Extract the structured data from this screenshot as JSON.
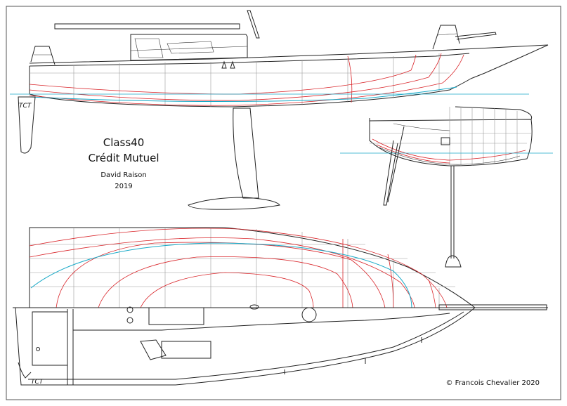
{
  "title": {
    "boat_class": "Class40",
    "boat_name": "Crédit Mutuel",
    "designer": "David Raison",
    "year": "2019"
  },
  "copyright": "© Francois Chevalier 2020",
  "colors": {
    "background": "#ffffff",
    "lines": "#222222",
    "sections": "#d9252a",
    "waterline": "#19a9c7",
    "grid": "#9a9a9a",
    "border": "#555555"
  },
  "views": [
    "profile",
    "body-plan",
    "half-breadth-and-deck-plan"
  ]
}
